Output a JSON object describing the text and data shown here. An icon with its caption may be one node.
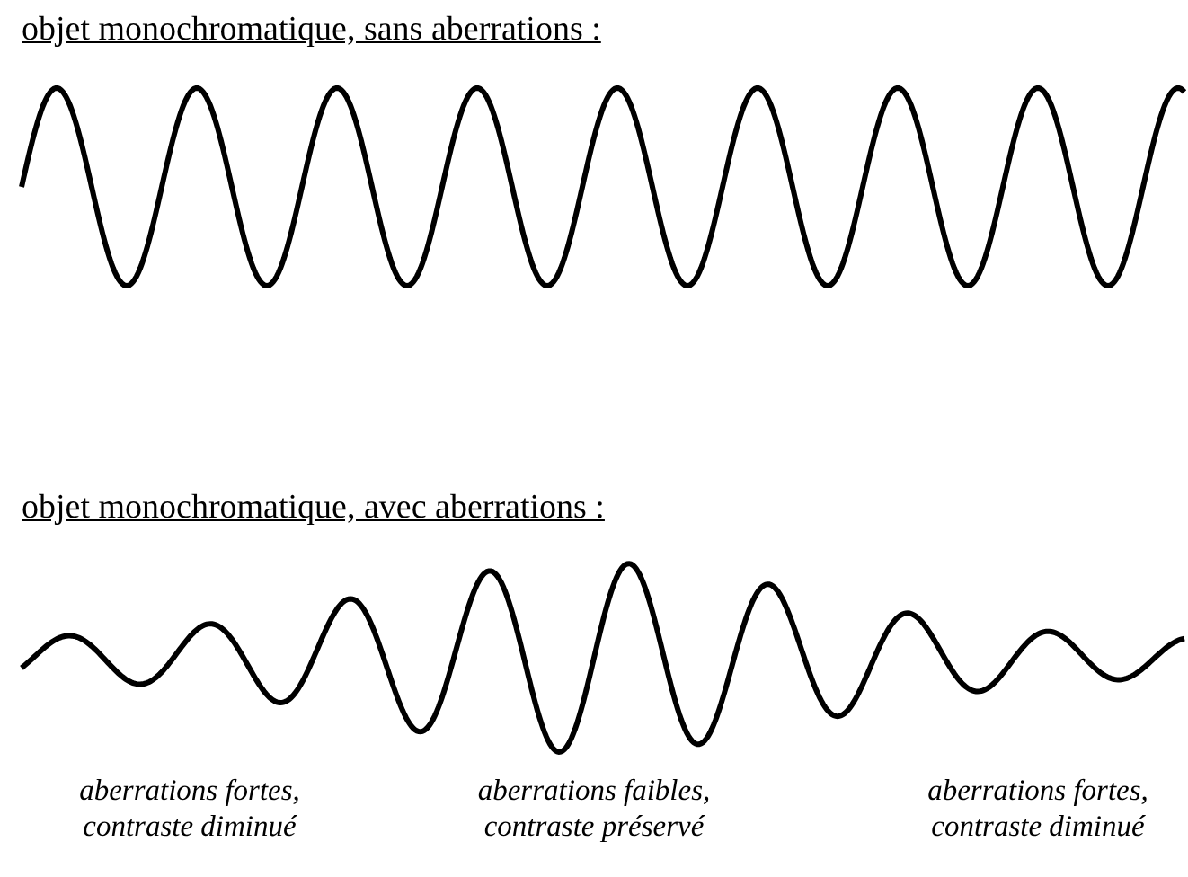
{
  "diagram": {
    "labels": [
      "objet monochromatique, sans aberrations :",
      "objet monochromatique, avec aberrations :",
      "aberrations fortes, contraste diminué",
      "aberrations faibles, contraste préservé",
      "aberrations fortes, contraste diminué"
    ]
  }
}
